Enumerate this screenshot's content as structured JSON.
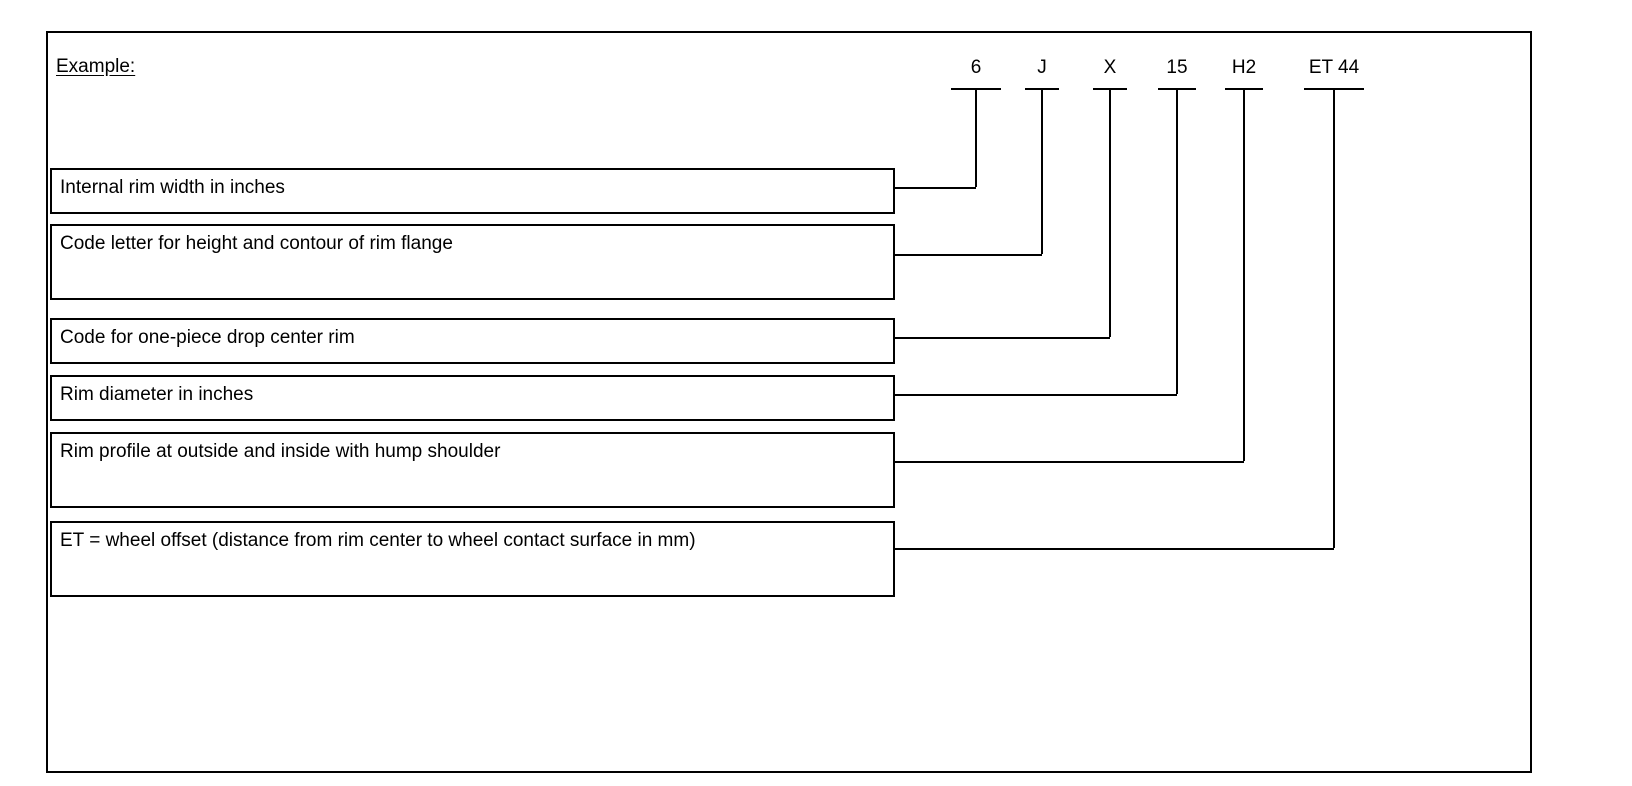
{
  "figure": {
    "heading": "Example:",
    "designation_parts": [
      {
        "code": "6",
        "description": "Internal rim width in inches"
      },
      {
        "code": "J",
        "description": "Code letter for height and contour of rim flange"
      },
      {
        "code": "X",
        "description": "Code for one-piece drop center rim"
      },
      {
        "code": "15",
        "description": "Rim diameter in inches"
      },
      {
        "code": "H2",
        "description": "Rim profile at outside and inside with hump shoulder"
      },
      {
        "code": "ET 44",
        "description": "ET = wheel offset (distance from rim center to wheel contact surface in mm)"
      }
    ]
  },
  "colors": {
    "line": "#000000",
    "background": "#ffffff",
    "text": "#000000"
  }
}
